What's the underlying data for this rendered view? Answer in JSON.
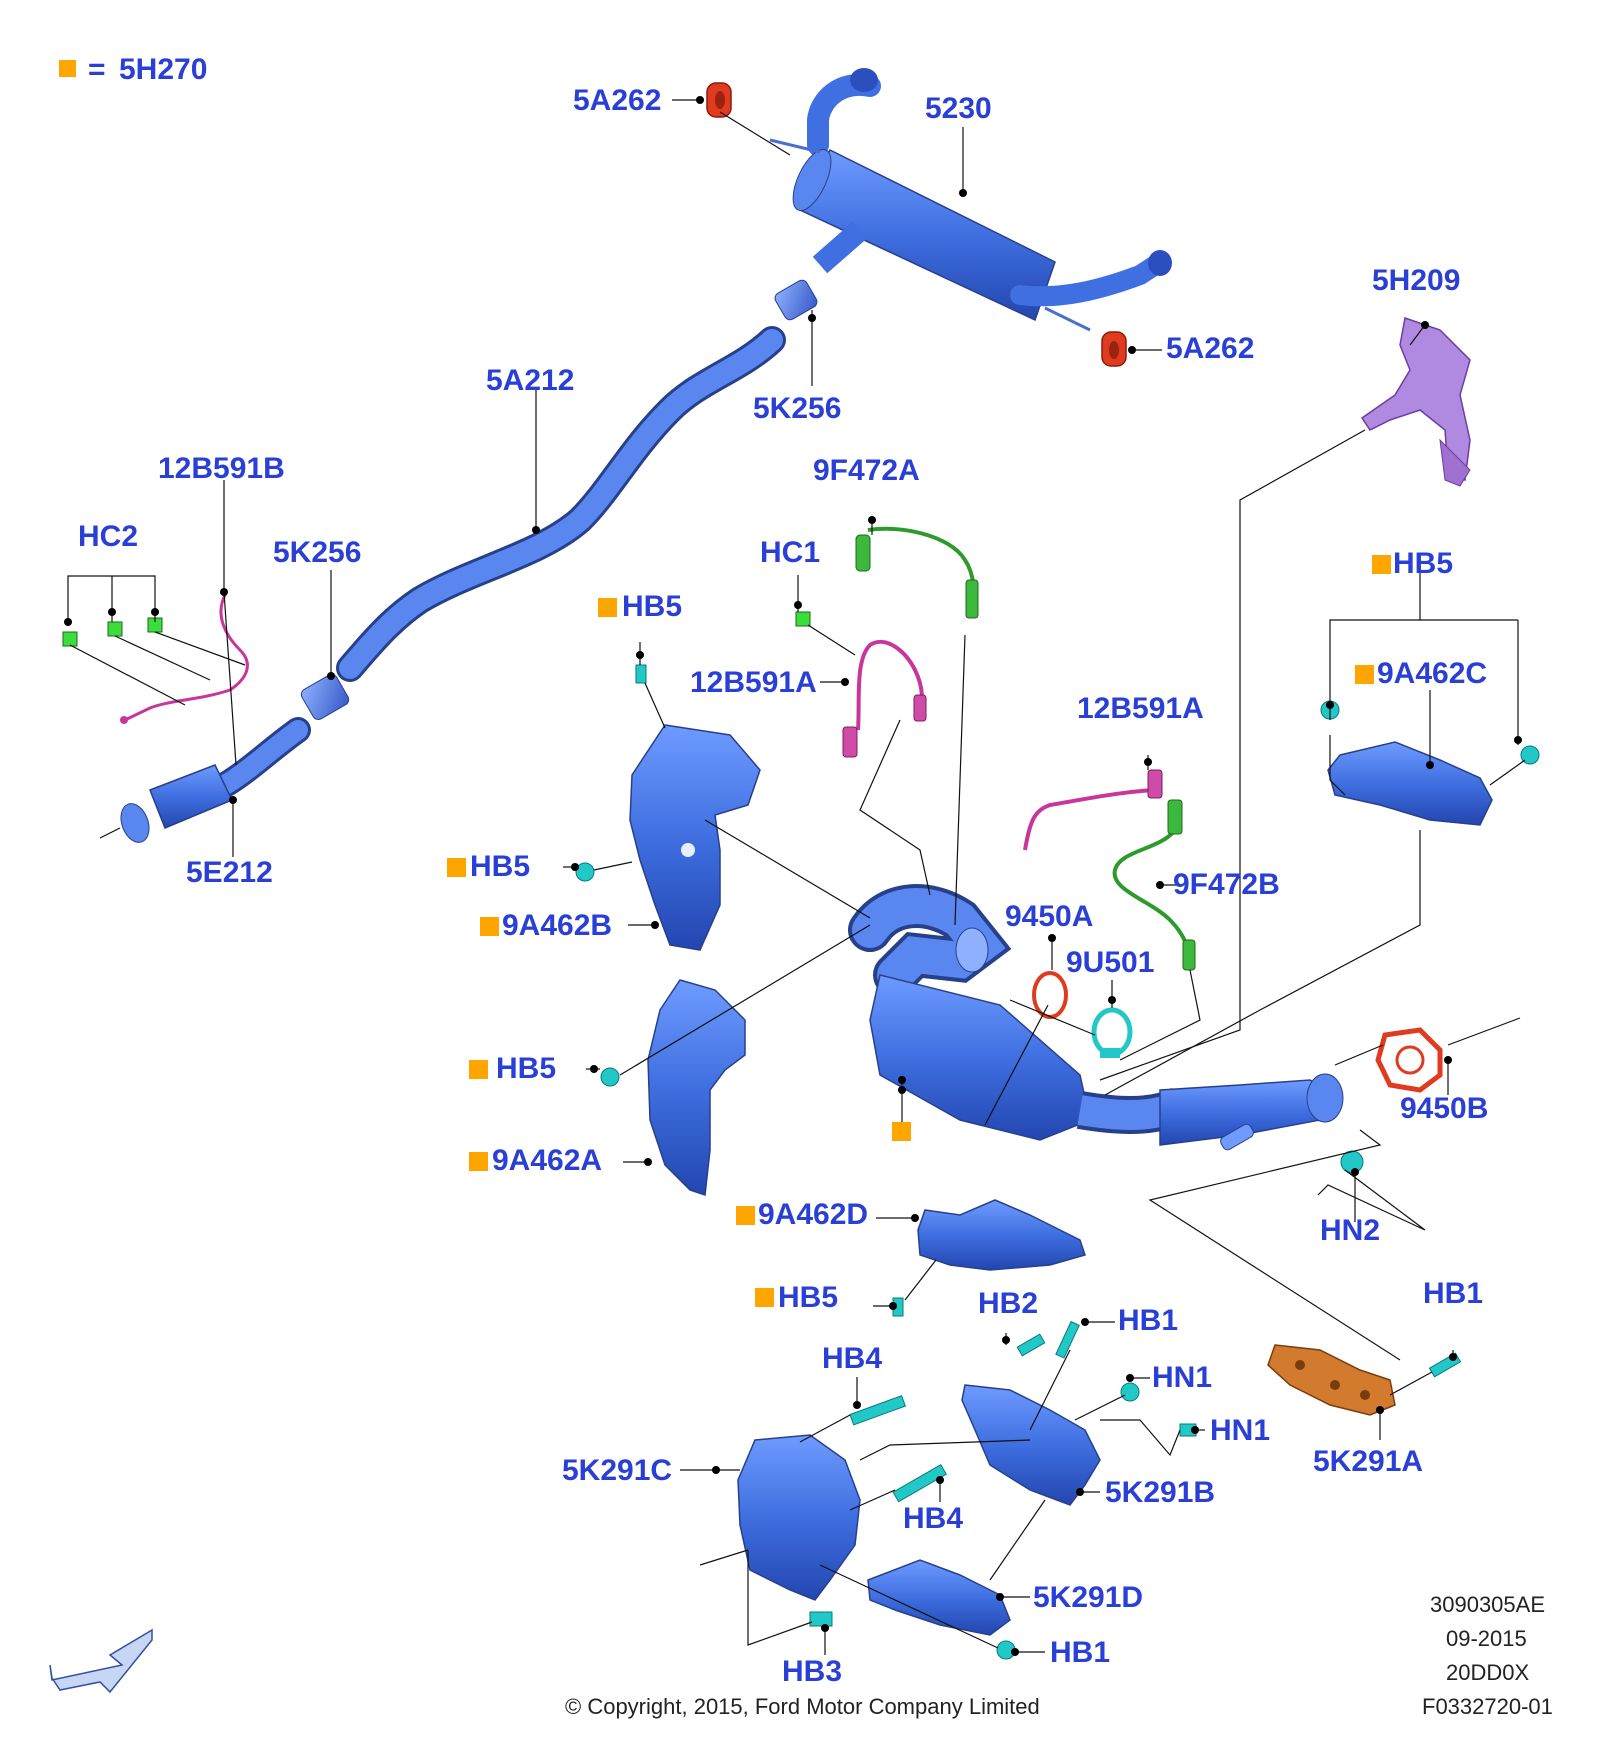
{
  "legend": {
    "symbol_color": "#ffa500",
    "eq": "=",
    "part": "5H270"
  },
  "labels": {
    "l5A262a": "5A262",
    "l5230": "5230",
    "l5A262b": "5A262",
    "l5H209": "5H209",
    "l5A212": "5A212",
    "l5K256a": "5K256",
    "l12B591B": "12B591B",
    "lHC2": "HC2",
    "l5K256b": "5K256",
    "l5E212": "5E212",
    "l9F472A": "9F472A",
    "lHC1": "HC1",
    "l12B591Aa": "12B591A",
    "lHB5a": "HB5",
    "lHB5b": "HB5",
    "l9A462C": "9A462C",
    "lHB5c": "HB5",
    "l9A462B": "9A462B",
    "l12B591Ab": "12B591A",
    "l9F472B": "9F472B",
    "l9450A": "9450A",
    "l9U501": "9U501",
    "lHB5d": "HB5",
    "l9A462A": "9A462A",
    "l9450B": "9450B",
    "lHN2": "HN2",
    "l9A462D": "9A462D",
    "lHB5e": "HB5",
    "lHB2": "HB2",
    "lHB1a": "HB1",
    "lHB1b": "HB1",
    "lHB4a": "HB4",
    "lHN1a": "HN1",
    "lHN1b": "HN1",
    "l5K291C": "5K291C",
    "l5K291B": "5K291B",
    "l5K291A": "5K291A",
    "lHB4b": "HB4",
    "l5K291D": "5K291D",
    "lHB3": "HB3",
    "lHB1c": "HB1"
  },
  "colors": {
    "label": "#2a3fd6",
    "blue_part": "#3f6fe0",
    "blue_dark": "#2748b8",
    "mount": "#e03b1f",
    "sensor_green": "#2e9a2e",
    "sensor_magenta": "#c8369c",
    "fastener": "#22c8c8",
    "bracket_purple": "#a070d0",
    "gasket_orange": "#c86a1e",
    "legend_square": "#ffa500"
  },
  "footer": {
    "code1": "3090305AE",
    "date": "09-2015",
    "code2": "20DD0X",
    "code3": "F0332720-01",
    "copyright": "© Copyright, 2015, Ford Motor Company Limited"
  }
}
